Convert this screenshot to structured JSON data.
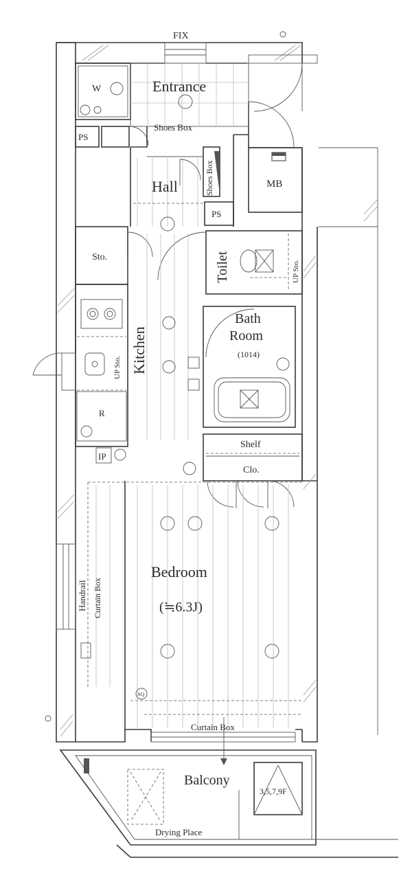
{
  "plan": {
    "labels": {
      "fix": "FIX",
      "entrance": "Entrance",
      "w": "W",
      "shoes_box_1": "Shoes Box",
      "ps_1": "PS",
      "hall": "Hall",
      "shoes_box_2": "Shoes Box",
      "mb": "MB",
      "ps_2": "PS",
      "sto": "Sto.",
      "toilet": "Toilet",
      "up_sto_1": "UP Sto.",
      "kitchen": "Kitchen",
      "up_sto_2": "UP Sto.",
      "bath_line1": "Bath",
      "bath_line2": "Room",
      "bath_size": "(1014)",
      "r": "R",
      "shelf": "Shelf",
      "clo": "Clo.",
      "ip": "IP",
      "bedroom": "Bedroom",
      "bedroom_size": "(≒6.3J)",
      "handrail": "Handrail",
      "curtain_box_side": "Curtain Box",
      "curtain_box_bottom": "Curtain Box",
      "balcony": "Balcony",
      "floors": "3,5,7,9F",
      "drying_place": "Drying Place",
      "aq": "AQ"
    },
    "colors": {
      "wall": "#3a3a3a",
      "text": "#2b2b2b",
      "floor": "#bdbdbd"
    }
  }
}
